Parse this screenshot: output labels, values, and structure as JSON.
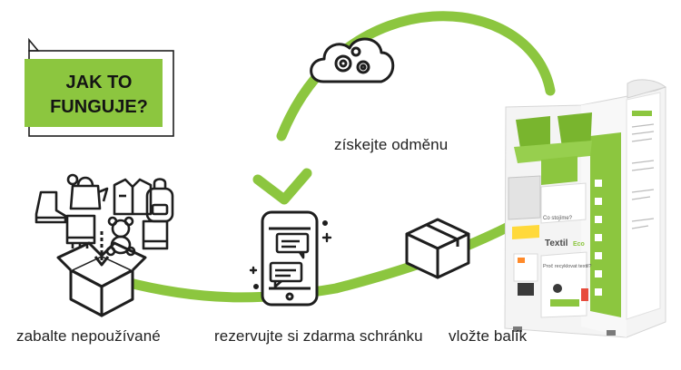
{
  "badge": {
    "line1": "JAK TO",
    "line2": "FUNGUJE?"
  },
  "steps": [
    {
      "label": "zabalte nepoužívané"
    },
    {
      "label": "rezervujte si zdarma schránku"
    },
    {
      "label": "vložte balík"
    }
  ],
  "reward": {
    "label": "získejte odměnu"
  },
  "machine": {
    "brand": "Textil",
    "brand_suffix": "Eco",
    "question1": "Co stojíme?",
    "question2": "Proč recyklovat textil?"
  },
  "colors": {
    "accent": "#8cc63f",
    "ink": "#1e1e1e"
  },
  "icons": [
    "boot-icon",
    "teapot-icon",
    "shirt-icon",
    "backpack-icon",
    "towel-icon",
    "teddy-bear-icon",
    "book-icon",
    "open-box-icon",
    "smartphone-icon",
    "chat-bubble-icon",
    "cloud-gears-icon",
    "closed-box-icon",
    "textile-container-machine"
  ]
}
